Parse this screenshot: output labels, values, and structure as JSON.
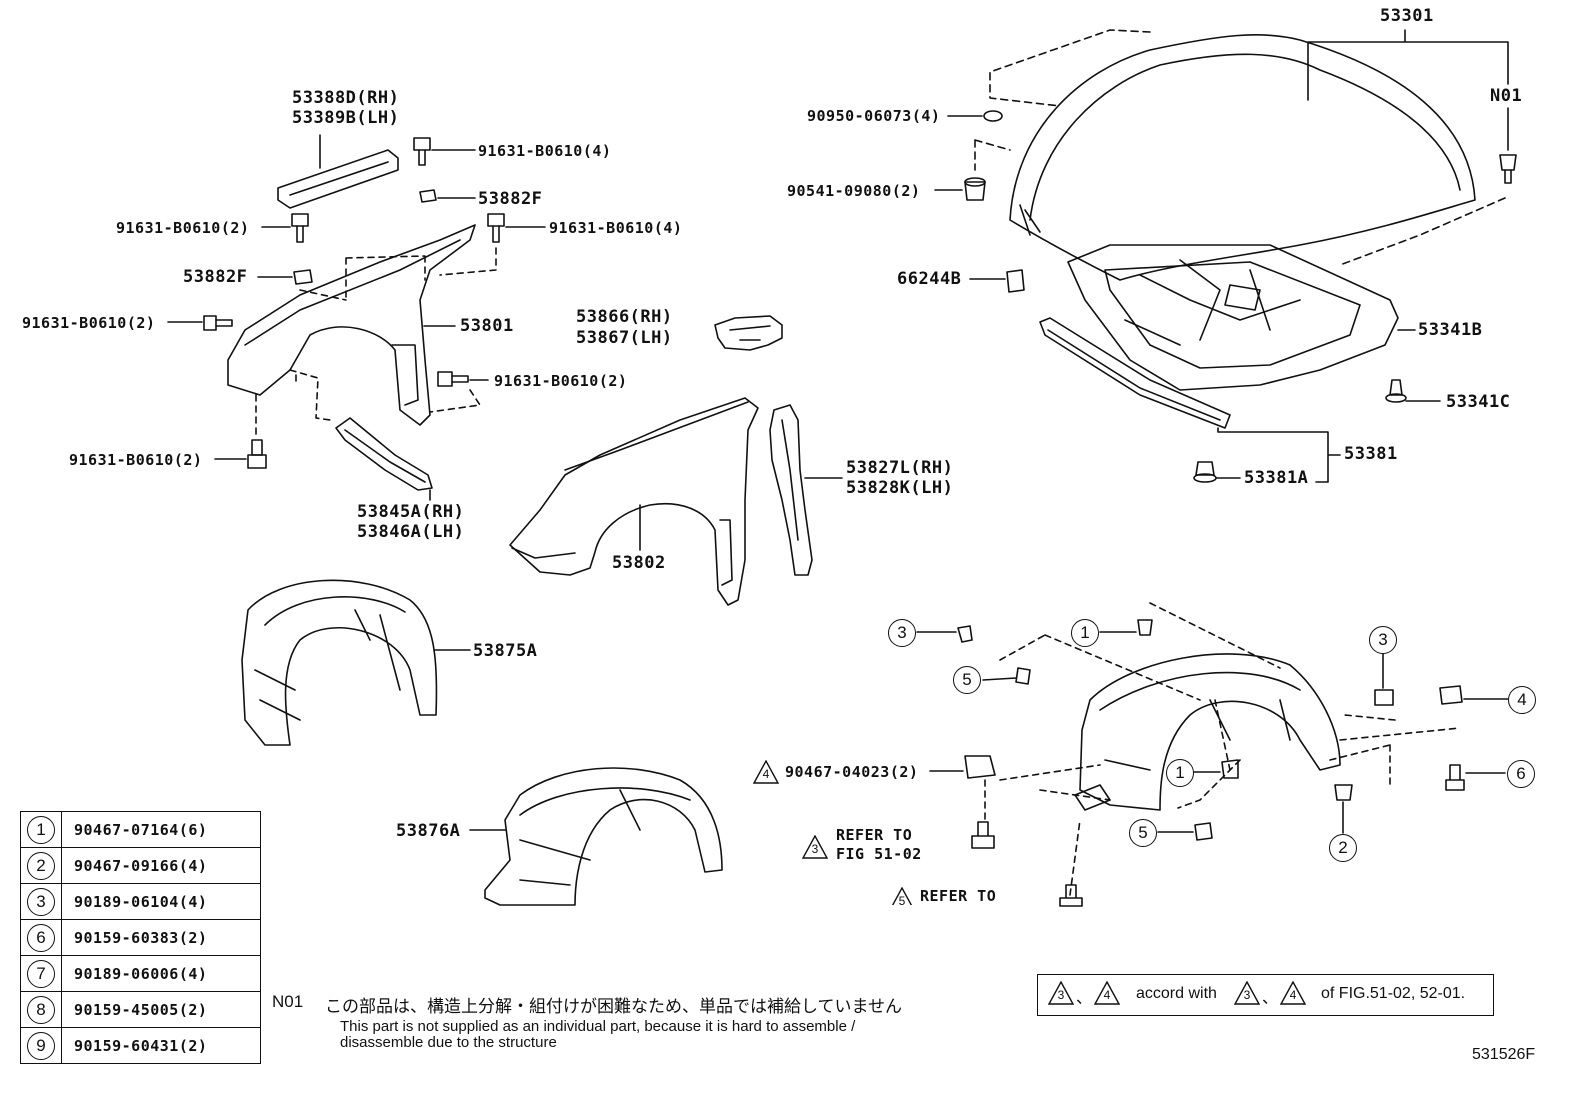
{
  "labels": {
    "hood": "53301",
    "n01": "N01",
    "hood_cushion": "90950-06073(4)",
    "hood_bumper": "90541-09080(2)",
    "hood_label": "66244B",
    "hood_insulator": "53341B",
    "insulator_clip": "53341C",
    "hood_seal": "53381",
    "seal_clip": "53381A",
    "fender_seal_rh": "53388D(RH)",
    "fender_seal_lh": "53389B(LH)",
    "bolt_top": "91631-B0610(4)",
    "retainer_top": "53882F",
    "bolt_left": "91631-B0610(2)",
    "bolt_right": "91631-B0610(4)",
    "retainer_left": "53882F",
    "bolt_side": "91631-B0610(2)",
    "fender_panel": "53801",
    "bolt_mid": "91631-B0610(2)",
    "bolt_bottom": "91631-B0610(2)",
    "bracket_rh": "53845A(RH)",
    "bracket_lh": "53846A(LH)",
    "spacer_rh": "53866(RH)",
    "spacer_lh": "53867(LH)",
    "fender_front": "53802",
    "protector_rh": "53827L(RH)",
    "protector_lh": "53828K(LH)",
    "liner_front": "53875A",
    "liner_rear": "53876A",
    "clip_90467": "90467-04023(2)",
    "refer_to_a": "REFER TO",
    "fig_a": "FIG 51-02",
    "refer_to_b": "REFER TO",
    "figure_code": "531526F"
  },
  "callouts": {
    "c3_top": "3",
    "c5_top": "5",
    "c1_top": "1",
    "c3_right": "3",
    "c4_right": "4",
    "c1_mid": "1",
    "c6_right": "6",
    "c5_bottom": "5",
    "c2_bottom": "2",
    "t4": "4",
    "t3": "3",
    "t5": "5"
  },
  "legend": [
    {
      "num": "1",
      "part": "90467-07164(6)"
    },
    {
      "num": "2",
      "part": "90467-09166(4)"
    },
    {
      "num": "3",
      "part": "90189-06104(4)"
    },
    {
      "num": "6",
      "part": "90159-60383(2)"
    },
    {
      "num": "7",
      "part": "90189-06006(4)"
    },
    {
      "num": "8",
      "part": "90159-45005(2)"
    },
    {
      "num": "9",
      "part": "90159-60431(2)"
    }
  ],
  "note": {
    "code": "N01",
    "jp": "この部品は、構造上分解・組付けが困難なため、単品では補給していません",
    "en_line1": "This part is not supplied as an individual part, because it is hard to assemble /",
    "en_line2": "disassemble due to the structure"
  },
  "accord": {
    "t3": "3",
    "sep1": "、",
    "t4": "4",
    "text1": "accord with",
    "t3b": "3",
    "sep2": "、",
    "t4b": "4",
    "text2": "of FIG.51-02, 52-01."
  }
}
